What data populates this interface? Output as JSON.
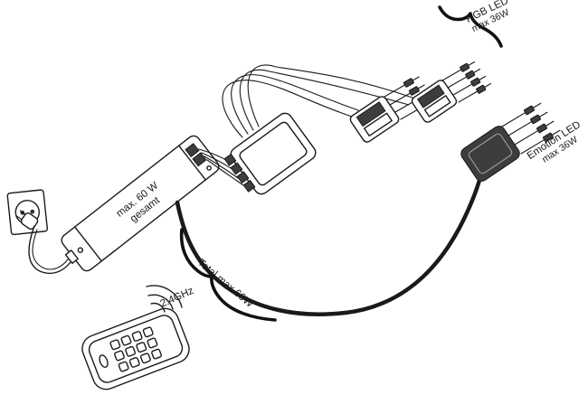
{
  "diagram": {
    "type": "led-lighting-wiring-diagram",
    "labels": {
      "power_supply_line1": "max. 60 W",
      "power_supply_line2": "gesamt",
      "rgb_led_line1": "RGB LED",
      "rgb_led_line2": "max 36W",
      "emotion_led_line1": "Emotion LED",
      "emotion_led_line2": "max 36W",
      "total": "Total max 60W",
      "frequency": "2.4GHz"
    },
    "colors": {
      "line": "#1a1a1a",
      "dark_fill": "#3d3d3d",
      "background": "#ffffff"
    }
  }
}
